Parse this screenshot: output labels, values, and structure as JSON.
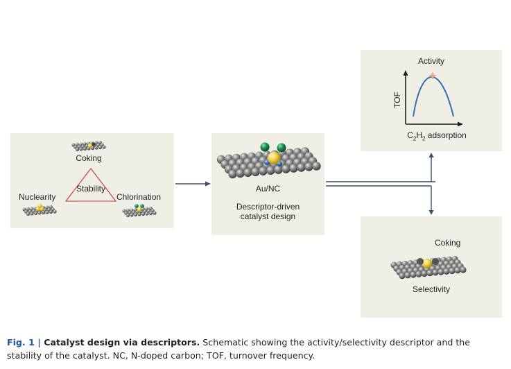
{
  "left_panel": {
    "coking": "Coking",
    "stability": "Stability",
    "nuclearity": "Nuclearity",
    "chlorination": "Chlorination"
  },
  "center_panel": {
    "catalyst": "Au/NC",
    "design_line1": "Descriptor-driven",
    "design_line2": "catalyst design"
  },
  "activity_panel": {
    "title": "Activity",
    "y_label": "TOF",
    "x_label_main": "C",
    "x_label_sub1": "2",
    "x_label_mid": "H",
    "x_label_sub2": "2",
    "x_label_rest": " adsorption"
  },
  "selectivity_panel": {
    "coking": "Coking",
    "title": "Selectivity"
  },
  "caption": {
    "fig_label": "Fig. 1 |",
    "title": " Catalyst design via descriptors.",
    "text": " Schematic showing the activity/selectivity descriptor and the stability of the catalyst. NC, N-doped carbon; TOF, turnover frequency."
  },
  "colors": {
    "panel_bg": "#efefe6",
    "arrow": "#3c4f67",
    "triangle": "#d0312d",
    "curve": "#2f6fb5",
    "gold": "#f2d24b",
    "chlorine": "#1f8a52",
    "carbon": "#6b6b6b",
    "star": "#f4a582",
    "caption_label": "#1f5aa6"
  }
}
